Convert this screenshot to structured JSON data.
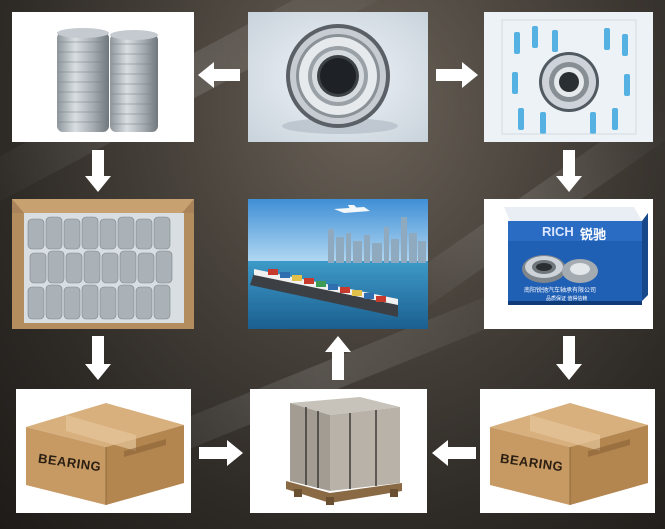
{
  "panels": {
    "bulk_bearings": "",
    "single_bearing": "",
    "packed_bearing": "",
    "carton_filled": "",
    "cargo_ship": "",
    "rich_box": {
      "brand": "RICH",
      "brand_cn": "锐驰",
      "company": "南阳锐驰汽车轴承有限公司",
      "slogan": "品质保证 值得信赖"
    },
    "carton_left": {
      "label": "BEARING"
    },
    "pallet": "",
    "carton_right": {
      "label": "BEARING"
    }
  },
  "colors": {
    "background": "#3a352f",
    "carton": "#c79a63",
    "rich_blue": "#1f5fb4",
    "arrow": "#ffffff"
  }
}
